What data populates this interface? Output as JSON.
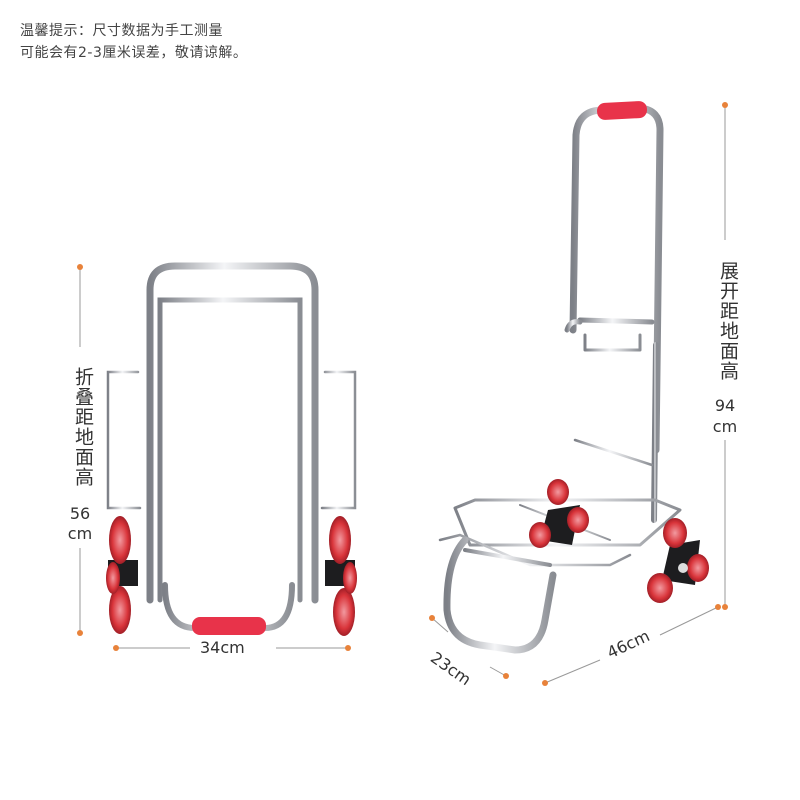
{
  "note": {
    "line1": "温馨提示：尺寸数据为手工测量",
    "line2": "可能会有2-3厘米误差，敬请谅解。"
  },
  "folded": {
    "height_label": "折叠距地面高",
    "height_value": "56",
    "height_unit": "cm",
    "width_label": "34cm"
  },
  "unfolded": {
    "height_label": "展开距地面高",
    "height_value": "94",
    "height_unit": "cm",
    "depth_label": "23cm",
    "length_label": "46cm"
  },
  "colors": {
    "accent_dot": "#e8823a",
    "line": "#999999",
    "handle_red": "#e8334a",
    "wheel_red": "#d9343a",
    "chrome": "#b8bcc2"
  }
}
